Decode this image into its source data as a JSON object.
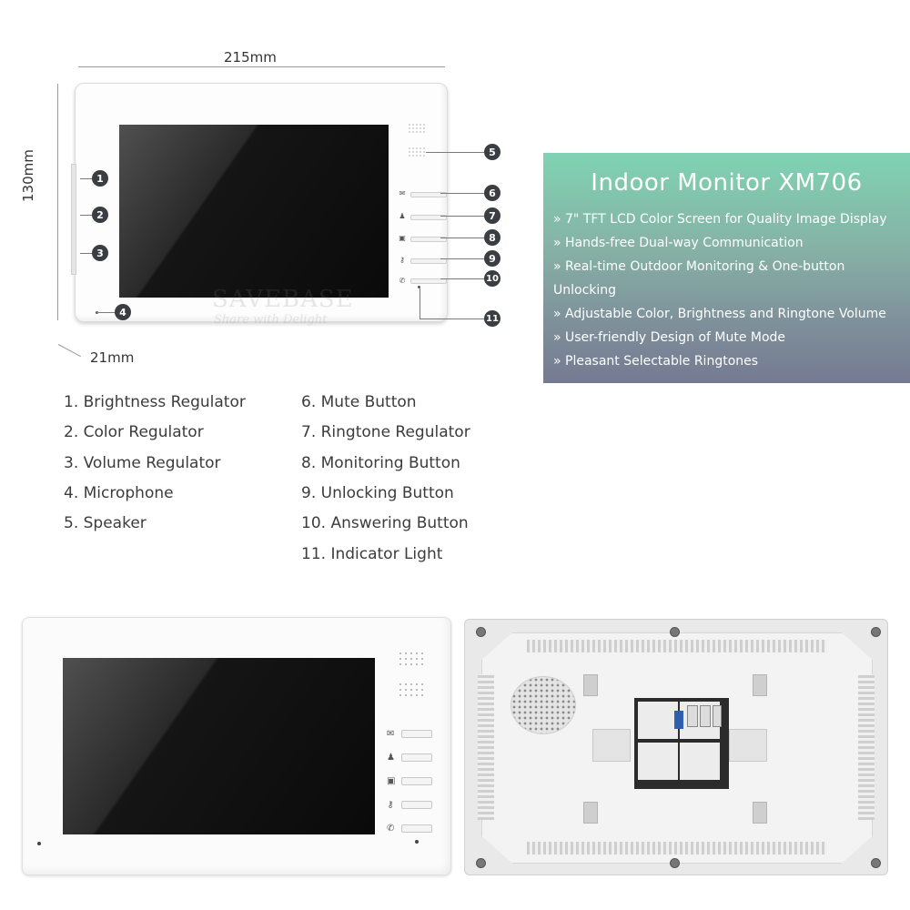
{
  "diagram": {
    "width_label": "215mm",
    "height_label": "130mm",
    "depth_label": "21mm",
    "watermark_brand": "SAVEBASE",
    "watermark_tagline": "Share with Delight",
    "callouts": [
      "1",
      "2",
      "3",
      "4",
      "5",
      "6",
      "7",
      "8",
      "9",
      "10",
      "11"
    ],
    "key_icons": [
      "envelope-icon",
      "intercom-icon",
      "monitor-icon",
      "key-icon",
      "phone-icon"
    ]
  },
  "legend": {
    "left": [
      "1. Brightness Regulator",
      "2. Color Regulator",
      "3. Volume Regulator",
      "4. Microphone",
      "5. Speaker"
    ],
    "right": [
      "6. Mute Button",
      "7. Ringtone Regulator",
      "8. Monitoring Button",
      "9. Unlocking Button",
      "10. Answering Button",
      "11. Indicator Light"
    ]
  },
  "panel": {
    "title": "Indoor Monitor XM706",
    "features": [
      "» 7\" TFT LCD Color Screen for Quality Image Display",
      "» Hands-free Dual-way Communication",
      "» Real-time Outdoor Monitoring & One-button",
      "Unlocking",
      "» Adjustable Color, Brightness and Ringtone Volume",
      "» User-friendly Design of Mute Mode",
      "» Pleasant Selectable Ringtones"
    ],
    "gradient_top": "#7fd3b3",
    "gradient_bottom": "#747a92"
  },
  "photos": {
    "front_alt": "front-view",
    "back_alt": "back-view"
  }
}
